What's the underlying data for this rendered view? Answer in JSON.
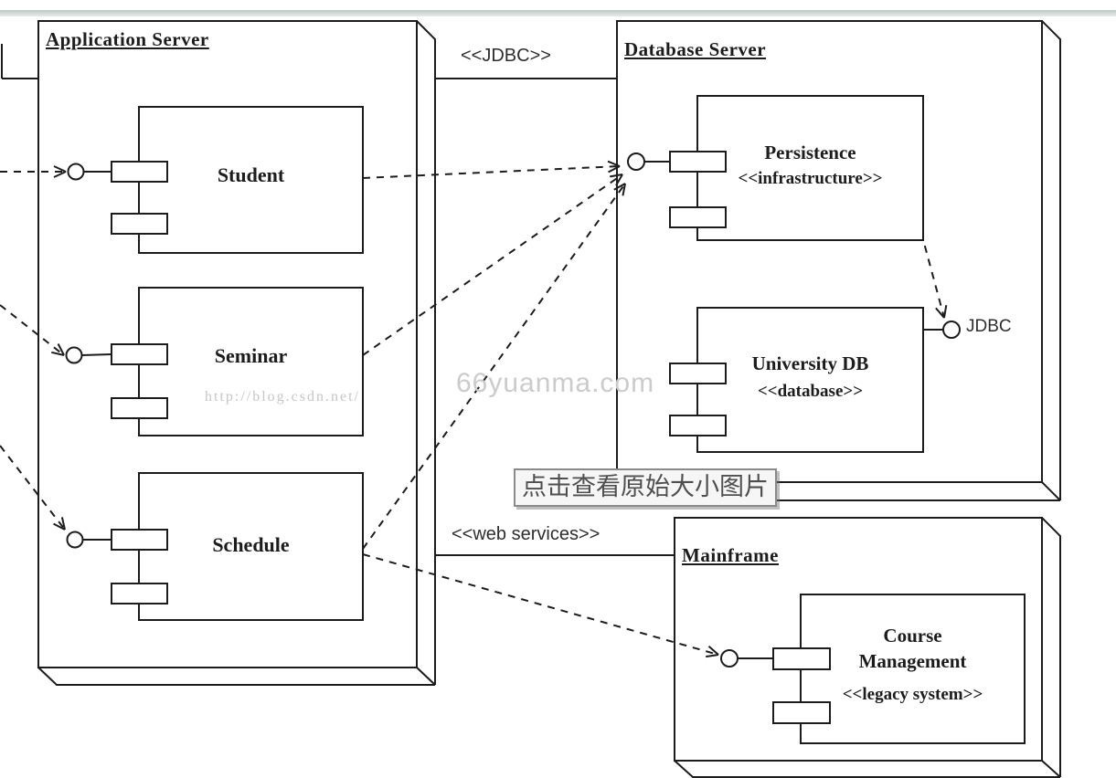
{
  "page": {
    "top_band_color": "#c9d1ce",
    "ink_color": "#1c1c1c"
  },
  "overlay": {
    "view_original_tooltip": "点击查看原始大小图片"
  },
  "watermarks": {
    "blog_url": "http://blog.csdn.net/",
    "site": "66yuanma.com"
  },
  "nodes": [
    {
      "title": "Application Server"
    },
    {
      "title": "Database Server"
    },
    {
      "title": "Mainframe"
    }
  ],
  "components": [
    {
      "name": "Student",
      "stereotype": ""
    },
    {
      "name": "Seminar",
      "stereotype": ""
    },
    {
      "name": "Schedule",
      "stereotype": ""
    },
    {
      "name": "Persistence",
      "stereotype": "<<infrastructure>>"
    },
    {
      "name": "University DB",
      "stereotype": "<<database>>"
    },
    {
      "name": "Course Management",
      "stereotype": "<<legacy system>>"
    }
  ],
  "connectors": [
    {
      "label": "<<JDBC>>"
    },
    {
      "label": "<<web services>>"
    },
    {
      "label": "JDBC"
    }
  ]
}
